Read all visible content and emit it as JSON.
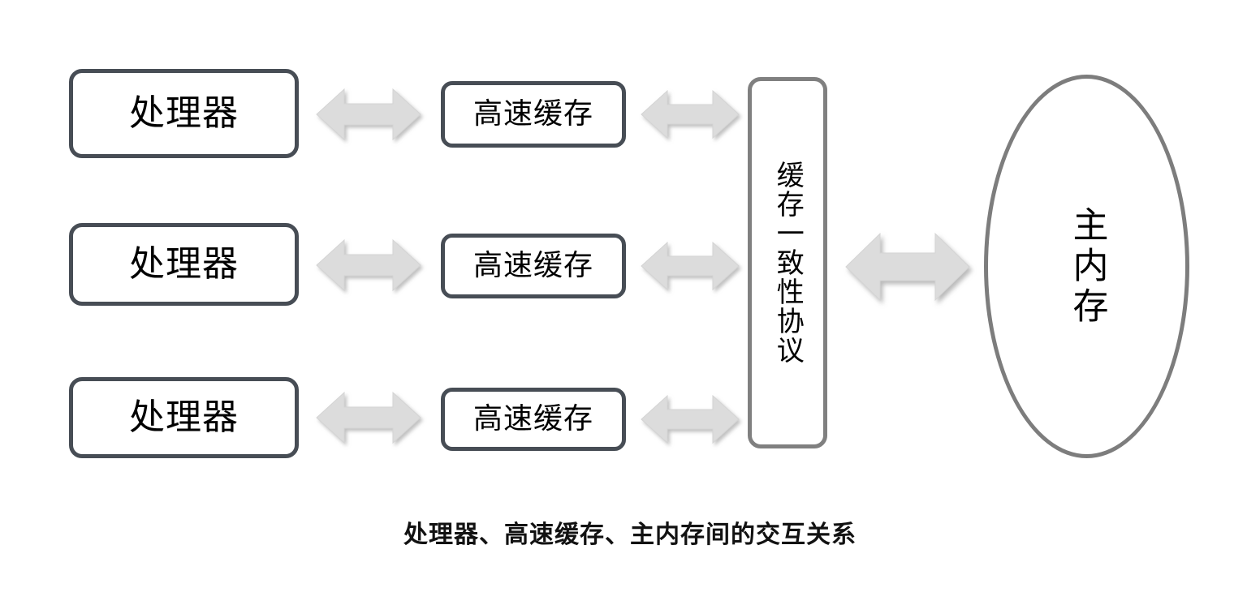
{
  "diagram": {
    "caption": "处理器、高速缓存、主内存间的交互关系",
    "colors": {
      "processor_border": "#474d55",
      "cache_border": "#474d55",
      "protocol_border": "#808080",
      "memory_border": "#7d7d7d",
      "arrow_fill": "#dcdcdc",
      "arrow_stroke": "#d2d2d2",
      "background": "#ffffff",
      "text": "#000000"
    },
    "processors": [
      {
        "label": "处理器"
      },
      {
        "label": "处理器"
      },
      {
        "label": "处理器"
      }
    ],
    "caches": [
      {
        "label": "高速缓存"
      },
      {
        "label": "高速缓存"
      },
      {
        "label": "高速缓存"
      }
    ],
    "protocol": {
      "label": "缓存一致性协议"
    },
    "memory": {
      "label": "主内存"
    },
    "arrows": [
      {
        "name": "proc1-cache1",
        "direction": "bidirectional"
      },
      {
        "name": "cache1-protocol",
        "direction": "bidirectional"
      },
      {
        "name": "proc2-cache2",
        "direction": "bidirectional"
      },
      {
        "name": "cache2-protocol",
        "direction": "bidirectional"
      },
      {
        "name": "proc3-cache3",
        "direction": "bidirectional"
      },
      {
        "name": "cache3-protocol",
        "direction": "bidirectional"
      },
      {
        "name": "protocol-memory",
        "direction": "bidirectional"
      }
    ]
  }
}
